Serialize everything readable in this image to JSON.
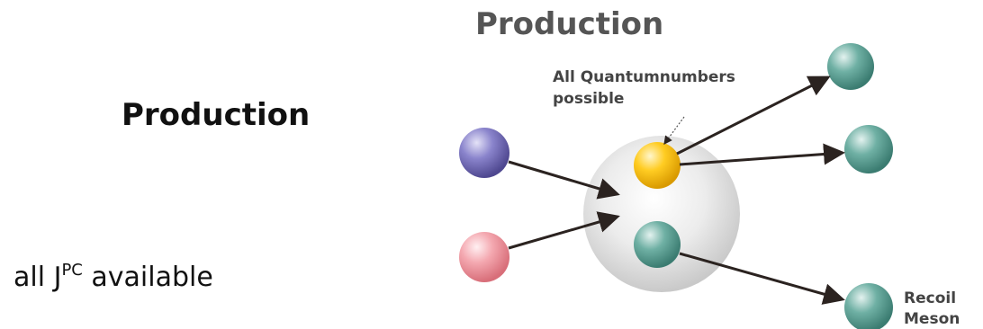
{
  "left": {
    "heading": "Production",
    "line_main": "all J",
    "line_sup": "PC",
    "line_tail": " available"
  },
  "diagram": {
    "title": "Production",
    "annotation_line1": "All Quantumnumbers",
    "annotation_line2": "possible",
    "recoil_line1": "Recoil",
    "recoil_line2": "Meson"
  },
  "colors": {
    "purple": "#6e68b8",
    "pink": "#f29aa2",
    "yellow": "#f7bf1a",
    "teal": "#4e9a8e",
    "cloud": "#d8d8d8",
    "arrow": "#2b2320"
  }
}
